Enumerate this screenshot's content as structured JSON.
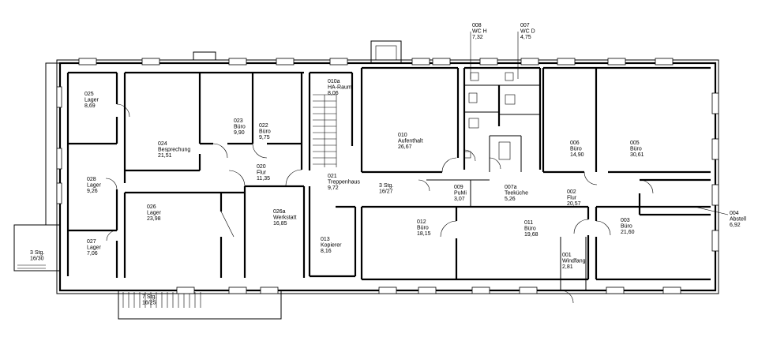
{
  "rooms": [
    {
      "id": "r025",
      "lines": [
        "025",
        "Lager",
        "8,69"
      ]
    },
    {
      "id": "r024",
      "lines": [
        "024",
        "Besprechung",
        "21,51"
      ]
    },
    {
      "id": "r023",
      "lines": [
        "023",
        "Büro",
        "9,90"
      ]
    },
    {
      "id": "r022",
      "lines": [
        "022",
        "Büro",
        "9,75"
      ]
    },
    {
      "id": "r010a",
      "lines": [
        "010a",
        "HA-Raum",
        "8,06"
      ]
    },
    {
      "id": "r010",
      "lines": [
        "010",
        "Aufenthalt",
        "26,67"
      ]
    },
    {
      "id": "r008",
      "lines": [
        "008",
        "WC H",
        "7,32"
      ]
    },
    {
      "id": "r007",
      "lines": [
        "007",
        "WC D",
        "4,75"
      ]
    },
    {
      "id": "r006",
      "lines": [
        "006",
        "Büro",
        "14,90"
      ]
    },
    {
      "id": "r005",
      "lines": [
        "005",
        "Büro",
        "30,61"
      ]
    },
    {
      "id": "r028",
      "lines": [
        "028",
        "Lager",
        "9,26"
      ]
    },
    {
      "id": "r020",
      "lines": [
        "020",
        "Flur",
        "11,35"
      ]
    },
    {
      "id": "r021",
      "lines": [
        "021",
        "Treppenhaus",
        "9,72"
      ]
    },
    {
      "id": "r009",
      "lines": [
        "009",
        "PuMi",
        "3,07"
      ]
    },
    {
      "id": "r007a",
      "lines": [
        "007a",
        "Teeküche",
        "5,26"
      ]
    },
    {
      "id": "r002",
      "lines": [
        "002",
        "Flur",
        "20,57"
      ]
    },
    {
      "id": "r004",
      "lines": [
        "004",
        "Abstell",
        "6,92"
      ]
    },
    {
      "id": "r026",
      "lines": [
        "026",
        "Lager",
        "23,98"
      ]
    },
    {
      "id": "r026a",
      "lines": [
        "026a",
        "Werkstatt",
        "16,85"
      ]
    },
    {
      "id": "r012",
      "lines": [
        "012",
        "Büro",
        "18,15"
      ]
    },
    {
      "id": "r011",
      "lines": [
        "011",
        "Büro",
        "19,68"
      ]
    },
    {
      "id": "r003",
      "lines": [
        "003",
        "Büro",
        "21,60"
      ]
    },
    {
      "id": "r027",
      "lines": [
        "027",
        "Lager",
        "7,06"
      ]
    },
    {
      "id": "r013",
      "lines": [
        "013",
        "Kopierer",
        "8,16"
      ]
    },
    {
      "id": "r001",
      "lines": [
        "001",
        "Windfang",
        "2,81"
      ]
    }
  ],
  "stairs": [
    {
      "id": "s_left",
      "lines": [
        "3 Stg.",
        "16/30"
      ]
    },
    {
      "id": "s_mid",
      "lines": [
        "3 Stg.",
        "16/27"
      ]
    },
    {
      "id": "s_bottom",
      "lines": [
        "7 Stg.",
        "16/25"
      ]
    }
  ]
}
